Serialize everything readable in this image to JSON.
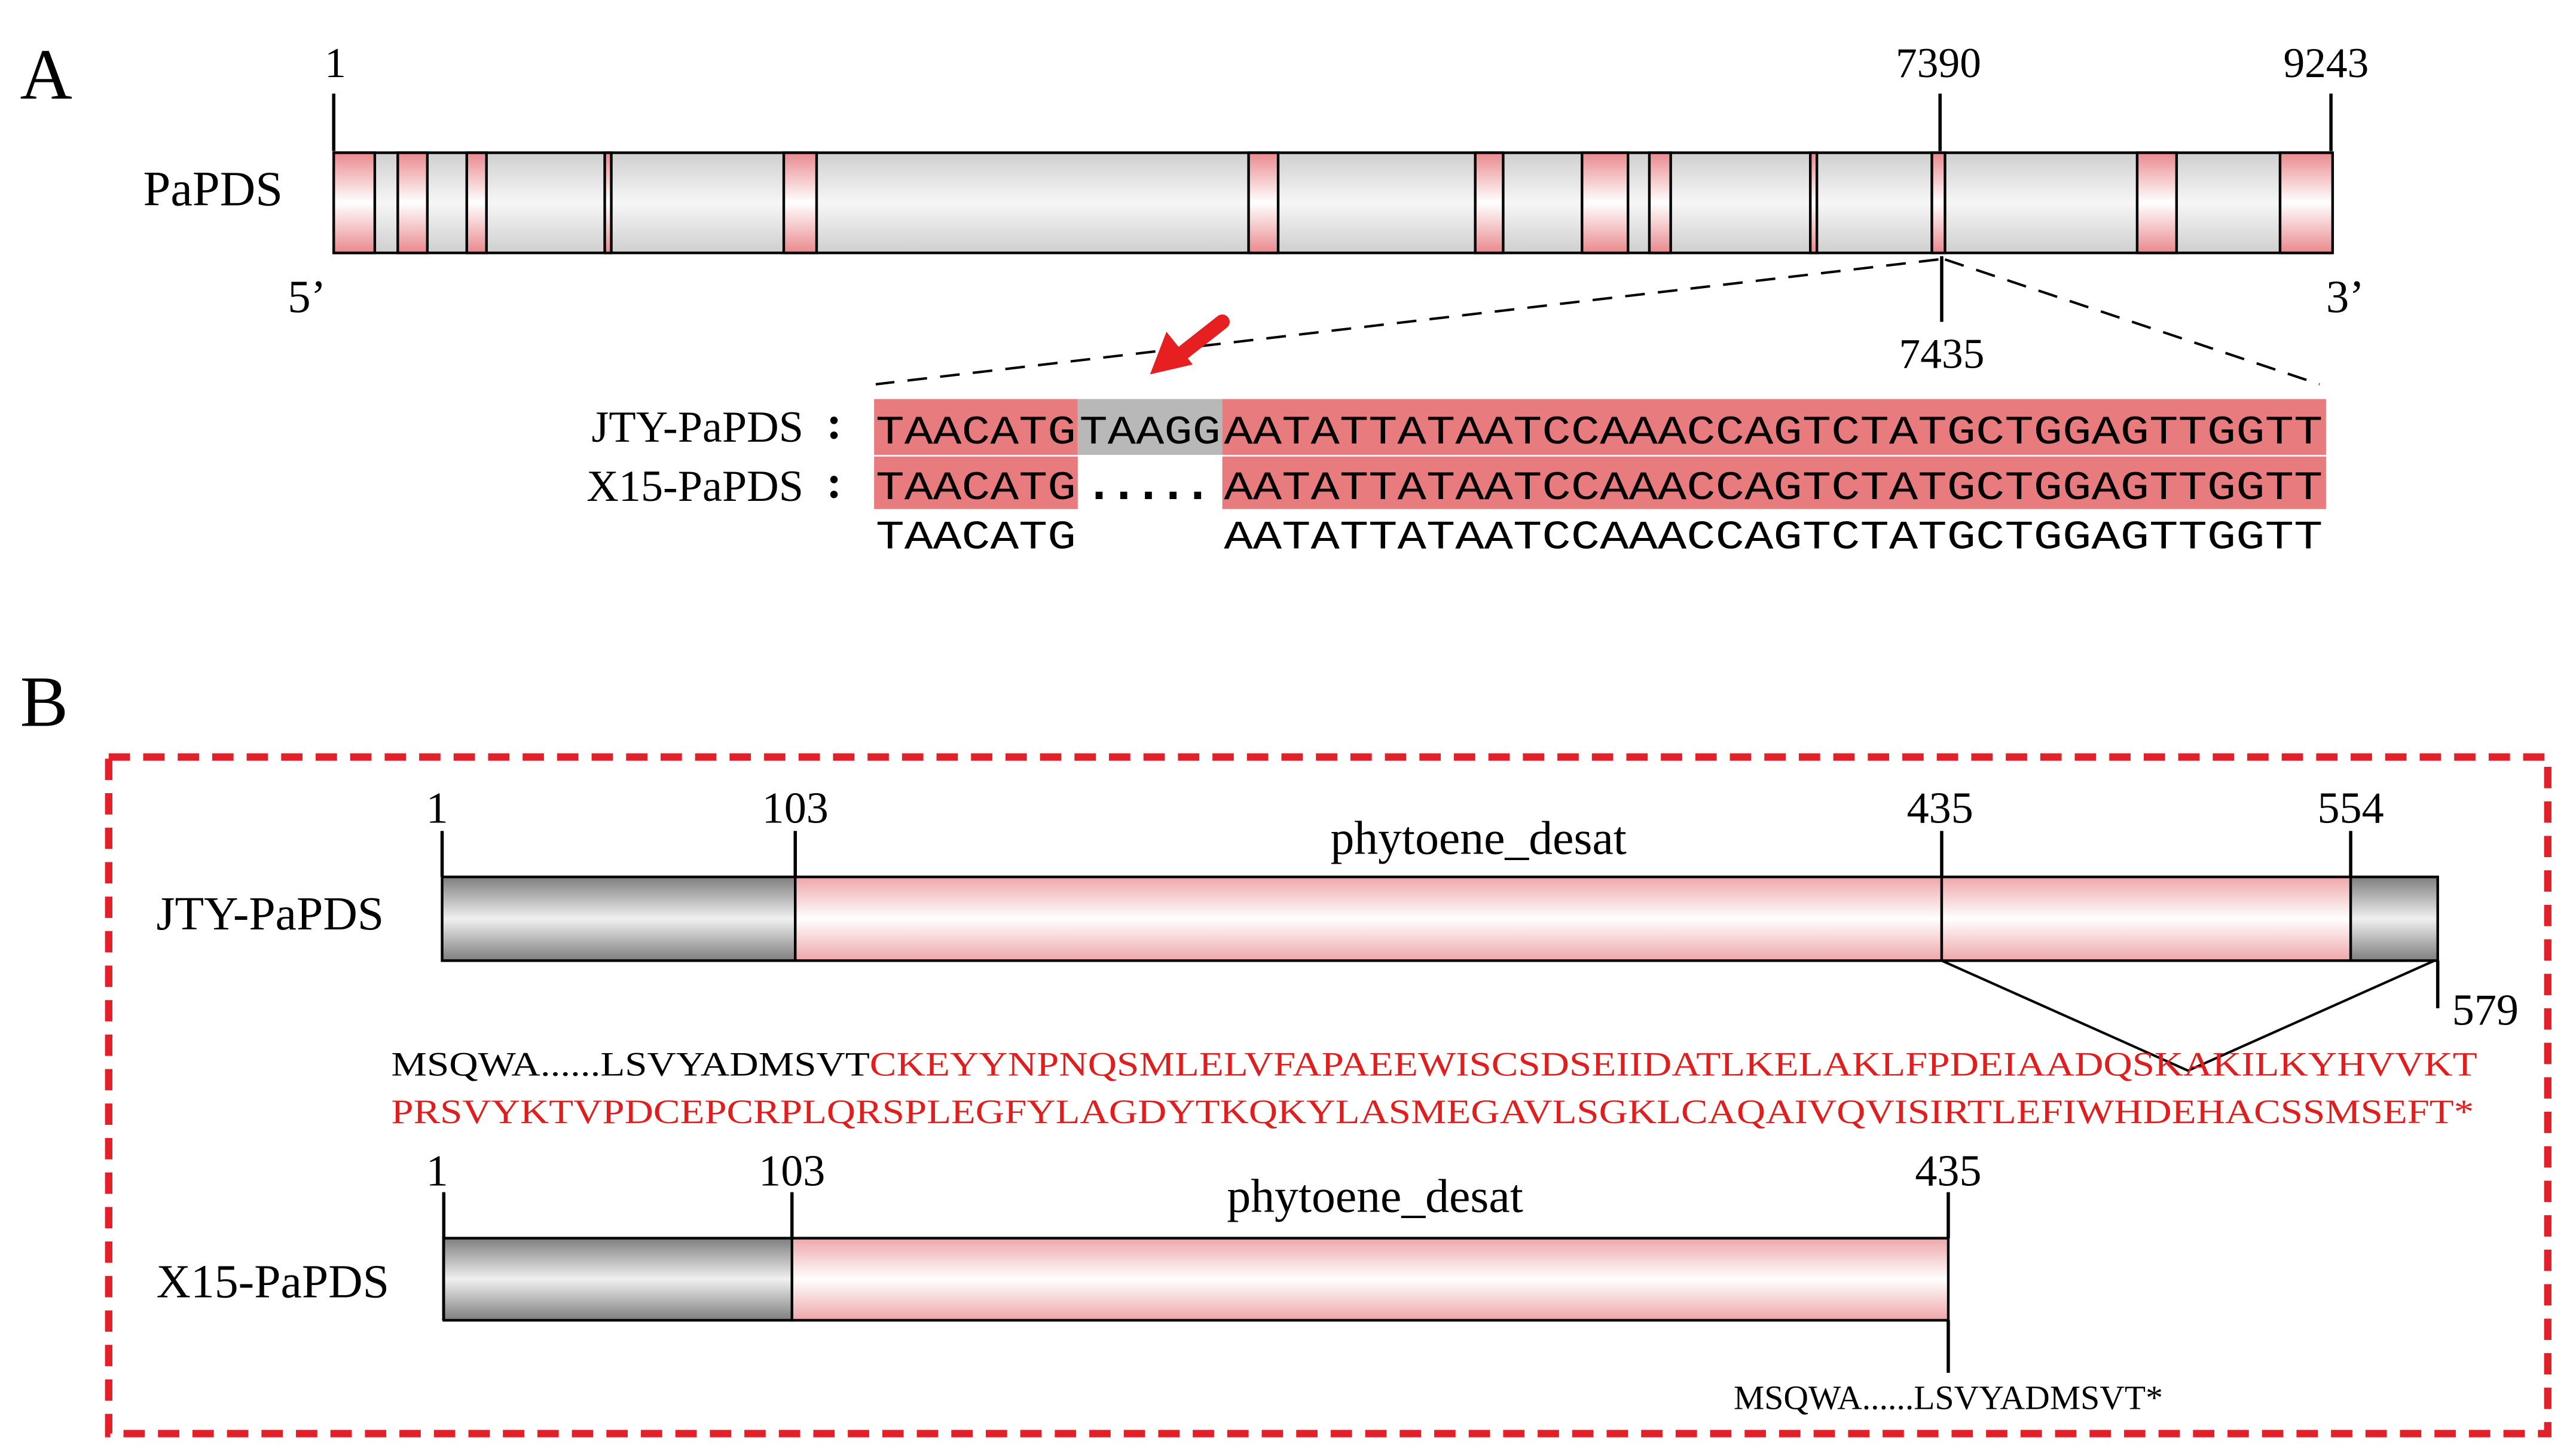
{
  "panel_a": {
    "letter": "A",
    "gene_label": "PaPDS",
    "pos_start": "1",
    "pos_mid": "7390",
    "pos_end": "9243",
    "pos_below": "7435",
    "end5": "5’",
    "end3": "3’",
    "exons": [
      [
        203,
        228
      ],
      [
        242,
        260
      ],
      [
        284,
        296
      ],
      [
        368,
        372
      ],
      [
        477,
        497
      ],
      [
        760,
        778
      ],
      [
        898,
        915
      ],
      [
        963,
        991
      ],
      [
        1004,
        1017
      ],
      [
        1102,
        1106
      ],
      [
        1176,
        1184
      ],
      [
        1301,
        1325
      ],
      [
        1388,
        1420
      ]
    ],
    "alignment": {
      "rows": [
        {
          "label": "JTY-PaPDS",
          "colon": ":",
          "left": "TAACATG",
          "gap": "TAAGG",
          "right": "AATATTATAATCCAAACCAGTCTATGCTGGAGTTGGTT"
        },
        {
          "label": "X15-PaPDS",
          "colon": ":",
          "left": "TAACATG",
          "gap": ".....",
          "right": "AATATTATAATCCAAACCAGTCTATGCTGGAGTTGGTT"
        }
      ],
      "consensus_left": "TAACATG",
      "consensus_right": "AATATTATAATCCAAACCAGTCTATGCTGGAGTTGGTT"
    },
    "colors": {
      "exon": "#e9898d",
      "intron": "#d4d4d4",
      "highlight": "#e87b7e",
      "gap_highlight": "#b8b8b8",
      "arrow": "#e62020"
    }
  },
  "panel_b": {
    "letter": "B",
    "jty": {
      "label": "JTY-PaPDS",
      "domain": "phytoene_desat",
      "ticks": [
        "1",
        "103",
        "435",
        "554",
        "579"
      ],
      "seq_black": "MSQWA......LSVYADMSVT",
      "seq_red_1": "CKEYYNPNQSMLELVFAPAEEWISCSDSEIIDATLKELAKLFPDEIAADQSKAKILKYHVVKT",
      "seq_red_2": "PRSVYKTVPDCEPCRPLQRSPLEGFYLAGDYTKQKYLASMEGAVLSGKLCAQAIVQVISIRTLEFIWHDEHACSSMSEFT*"
    },
    "x15": {
      "label": "X15-PaPDS",
      "domain": "phytoene_desat",
      "ticks": [
        "1",
        "103",
        "435"
      ],
      "seq": "MSQWA......LSVYADMSVT*"
    },
    "colors": {
      "border": "#e2202a",
      "domain": "#f1b4b6",
      "flank": "#909090",
      "red_text": "#e01e1e"
    }
  }
}
